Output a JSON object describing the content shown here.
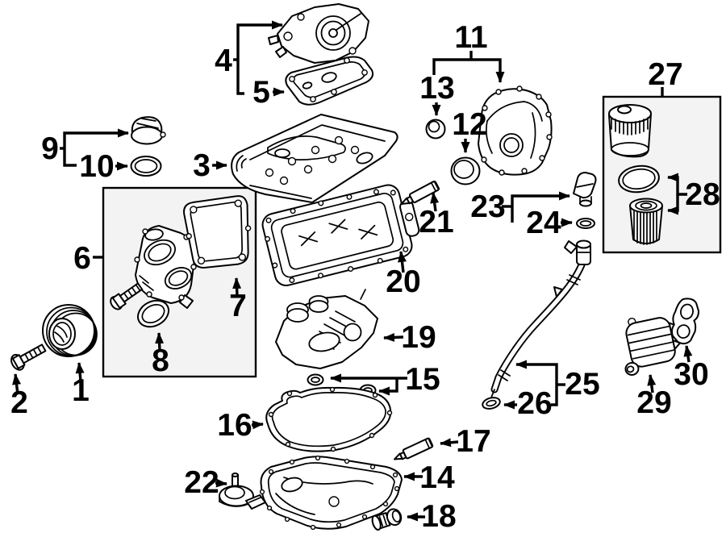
{
  "figure": {
    "background": "#ffffff",
    "ink": "#000000",
    "panel_fill": "#f3f3f3"
  },
  "callouts": [
    {
      "label": "1"
    },
    {
      "label": "2"
    },
    {
      "label": "3"
    },
    {
      "label": "4"
    },
    {
      "label": "5"
    },
    {
      "label": "6"
    },
    {
      "label": "7"
    },
    {
      "label": "8"
    },
    {
      "label": "9"
    },
    {
      "label": "10"
    },
    {
      "label": "11"
    },
    {
      "label": "12"
    },
    {
      "label": "13"
    },
    {
      "label": "14"
    },
    {
      "label": "15"
    },
    {
      "label": "16"
    },
    {
      "label": "17"
    },
    {
      "label": "18"
    },
    {
      "label": "19"
    },
    {
      "label": "20"
    },
    {
      "label": "21"
    },
    {
      "label": "22"
    },
    {
      "label": "23"
    },
    {
      "label": "24"
    },
    {
      "label": "25"
    },
    {
      "label": "26"
    },
    {
      "label": "27"
    },
    {
      "label": "28"
    },
    {
      "label": "29"
    },
    {
      "label": "30"
    }
  ]
}
